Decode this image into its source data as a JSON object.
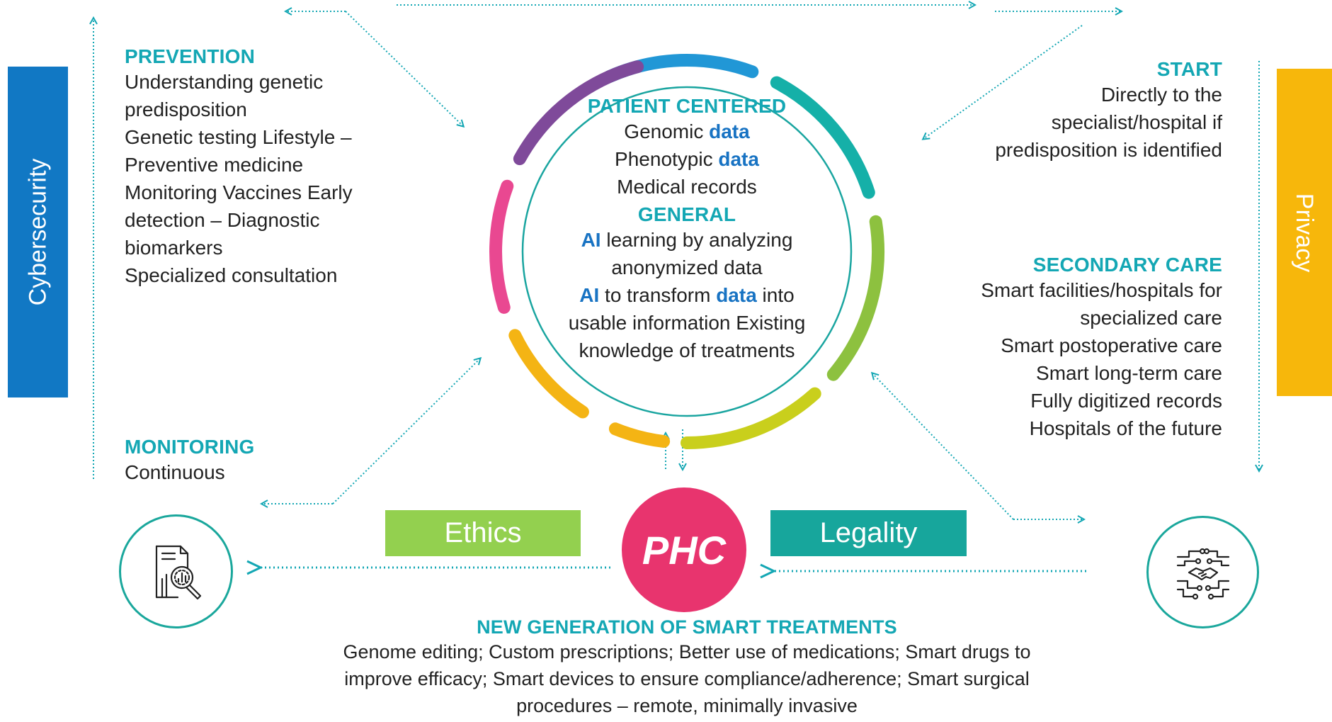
{
  "sidebars": {
    "left": "Cybersecurity",
    "right": "Privacy"
  },
  "prevention": {
    "title": "PREVENTION",
    "lines": [
      "Understanding genetic",
      "predisposition",
      "Genetic testing  Lifestyle –",
      "Preventive medicine",
      "Monitoring  Vaccines  Early",
      "detection –  Diagnostic",
      "biomarkers",
      "Specialized consultation"
    ]
  },
  "monitoring": {
    "title": "MONITORING",
    "lines": [
      "Continuous"
    ]
  },
  "start": {
    "title": "START",
    "lines": [
      "Directly to the",
      "specialist/hospital if",
      "predisposition is identified"
    ]
  },
  "secondary_care": {
    "title": "SECONDARY CARE",
    "lines": [
      "Smart facilities/hospitals for",
      "specialized care",
      "Smart postoperative care",
      "Smart long-term care",
      "Fully digitized records",
      "Hospitals of the future"
    ]
  },
  "center": {
    "title1": "PATIENT CENTERED",
    "l1_pre": "Genomic ",
    "l1_kw": "data",
    "l2_pre": "Phenotypic ",
    "l2_kw": "data",
    "l3": "Medical records",
    "title2": "GENERAL",
    "l4_kw": "AI",
    "l4_post": " learning by analyzing",
    "l5": "anonymized data",
    "l6_kw1": "AI",
    "l6_mid": " to transform ",
    "l6_kw2": "data",
    "l6_post": " into",
    "l7": "usable information  Existing",
    "l8": "knowledge of treatments"
  },
  "labels": {
    "ethics": "Ethics",
    "phc": "PHC",
    "legality": "Legality"
  },
  "treatments": {
    "title": "NEW GENERATION OF SMART TREATMENTS",
    "lines": [
      "Genome editing; Custom prescriptions; Better use of medications; Smart drugs to",
      "improve efficacy; Smart devices to ensure compliance/adherence; Smart surgical",
      "procedures – remote, minimally invasive"
    ]
  },
  "colors": {
    "teal": "#14a7b4",
    "ring_blue": "#2197d6",
    "ring_teal": "#15b0a8",
    "ring_lime": "#8dc13f",
    "ring_yellow": "#c9cf1c",
    "ring_orange": "#f4b414",
    "ring_pink": "#e94891",
    "ring_purple": "#7f4a9a",
    "phc": "#e8346e",
    "keyword": "#1873c3"
  },
  "icons": {
    "report": "document-analysis-icon",
    "handshake": "handshake-circuit-icon"
  }
}
